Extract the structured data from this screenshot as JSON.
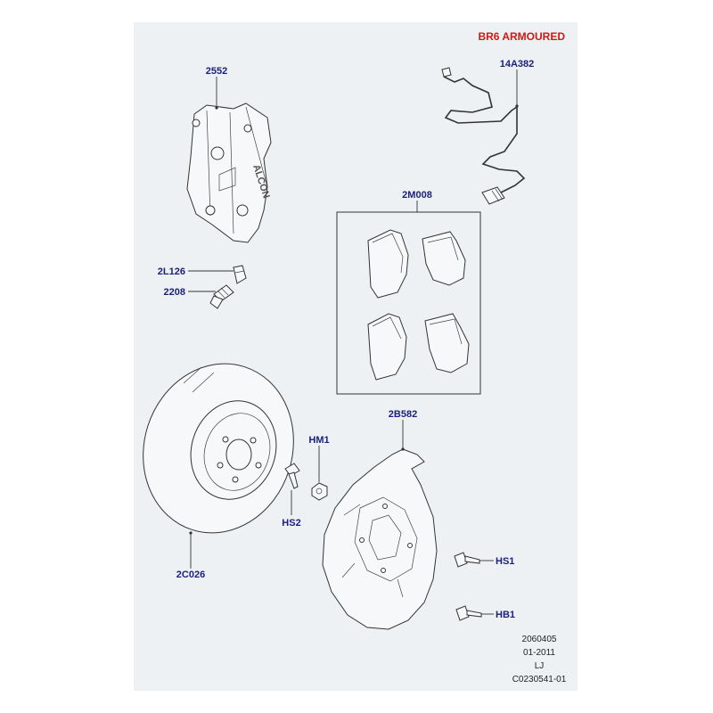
{
  "diagram": {
    "variant": "BR6 ARMOURED",
    "labels": {
      "caliper": "2552",
      "wear_sensor": "14A382",
      "pad_kit": "2M008",
      "bleed_cap": "2L126",
      "bleed_screw": "2208",
      "disc": "2C026",
      "shield": "2B582",
      "nut": "HM1",
      "disc_screw": "HS2",
      "shield_screw": "HS1",
      "shield_bolt": "HB1"
    },
    "footer": {
      "ref_number": "2060405",
      "date": "01-2011",
      "initials": "LJ",
      "drawing_id": "C0230541-01"
    },
    "caliper_brand": "ALCON"
  }
}
